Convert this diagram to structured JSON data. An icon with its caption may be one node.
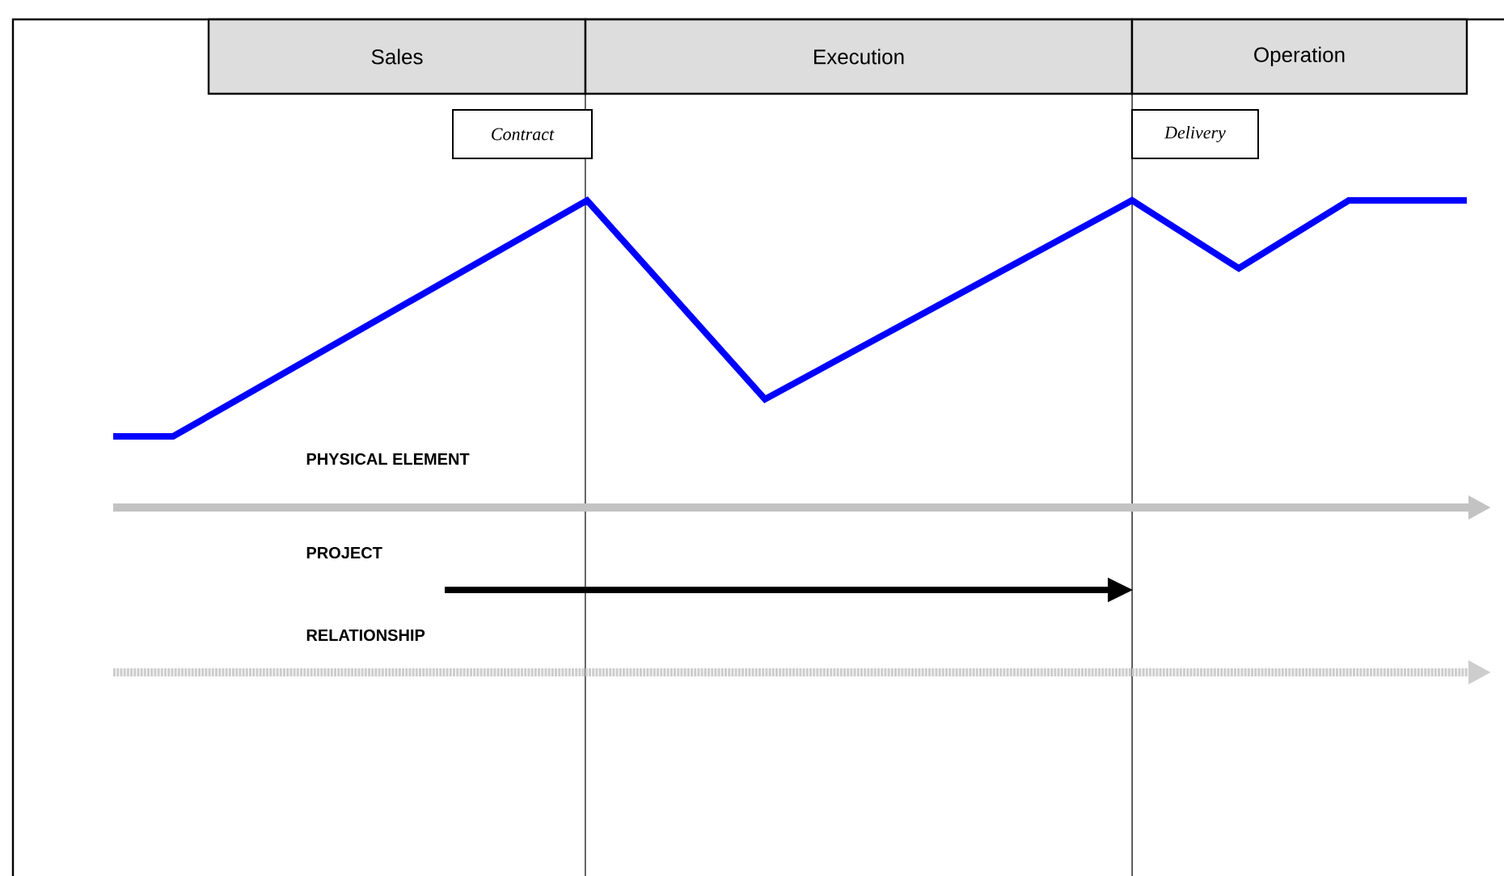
{
  "diagram": {
    "nodes": [
      {
        "text": [
          "Sales"
        ]
      },
      {
        "text": [
          "Execution"
        ]
      },
      {
        "text": [
          "Operation"
        ]
      },
      {
        "text": [
          "Contract"
        ]
      },
      {
        "text": [
          "Delivery"
        ]
      }
    ],
    "labels": [
      "PHYSICAL ELEMENT",
      "PROJECT",
      "RELATIONSHIP"
    ]
  }
}
